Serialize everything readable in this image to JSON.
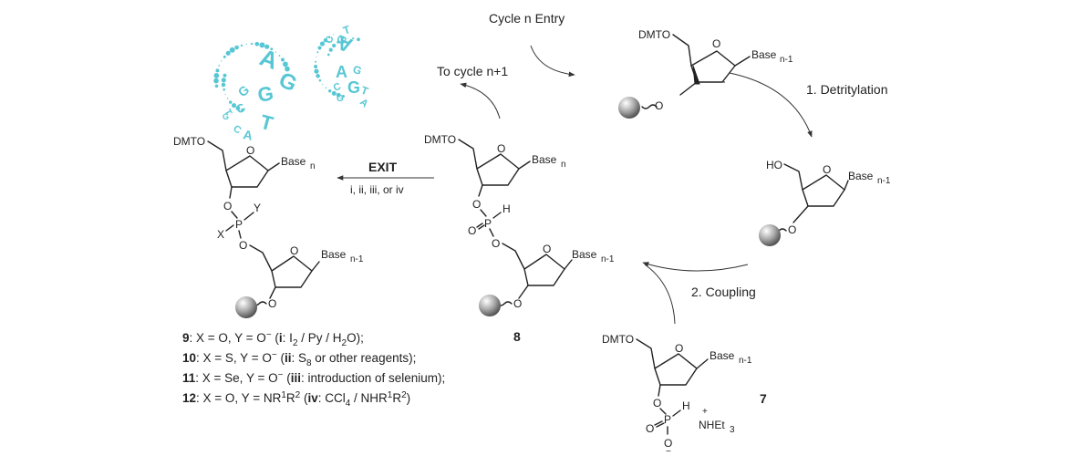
{
  "decor": {
    "logo_left_letters": [
      "A",
      "G",
      "G",
      "G",
      "C",
      "T",
      "C",
      "T",
      "A",
      "G"
    ],
    "logo_right_letters": [
      "A",
      "G",
      "T",
      "C",
      "A",
      "G",
      "G",
      "T",
      "C",
      "A",
      "G"
    ],
    "logo_color": "#58c7d4"
  },
  "cycle": {
    "entry_label": "Cycle n Entry",
    "next_label": "To cycle n+1",
    "step1_label": "1. Detritylation",
    "step2_label": "2. Coupling"
  },
  "exit": {
    "label": "EXIT",
    "reagents": "i, ii, iii, or iv"
  },
  "atoms": {
    "dmto": "DMTO",
    "ho": "HO",
    "o": "O",
    "p": "P",
    "h": "H",
    "x": "X",
    "y": "Y",
    "base": "Base",
    "sub_n": "n",
    "sub_n1": "n-1",
    "nhet3_main": "NHEt",
    "nhet3_sub": "3",
    "plus": "+",
    "minus": "−",
    "eq": "="
  },
  "compounds": {
    "c8": "8",
    "c7": "7"
  },
  "legend": [
    {
      "num": "9",
      "pre": ": X = O, Y = O",
      "sup": "−",
      "open": " (",
      "key": "i",
      "body": ": I",
      "sub": "2",
      "tail": " / Py / H",
      "sub2": "2",
      "end": "O);"
    },
    {
      "num": "10",
      "pre": ": X = S, Y = O",
      "sup": "−",
      "open": " (",
      "key": "ii",
      "body": ": S",
      "sub": "8",
      "tail": " or other reagents);",
      "sub2": "",
      "end": ""
    },
    {
      "num": "11",
      "pre": ": X = Se, Y = O",
      "sup": "−",
      "open": " (",
      "key": "iii",
      "body": ": introduction of selenium);",
      "sub": "",
      "tail": "",
      "sub2": "",
      "end": ""
    },
    {
      "num": "12",
      "pre": ": X = O, Y = NR",
      "sup": "1",
      "open": "R",
      "key": "",
      "body": "",
      "sub": "",
      "tail": "",
      "sub2": "",
      "end": ""
    }
  ],
  "legend12": {
    "sup2": "2",
    "open": " (",
    "key": "iv",
    "body": ": CCl",
    "sub": "4",
    "tail": " / NHR",
    "sup3": "1",
    "r": "R",
    "sup4": "2",
    "end": ")"
  }
}
